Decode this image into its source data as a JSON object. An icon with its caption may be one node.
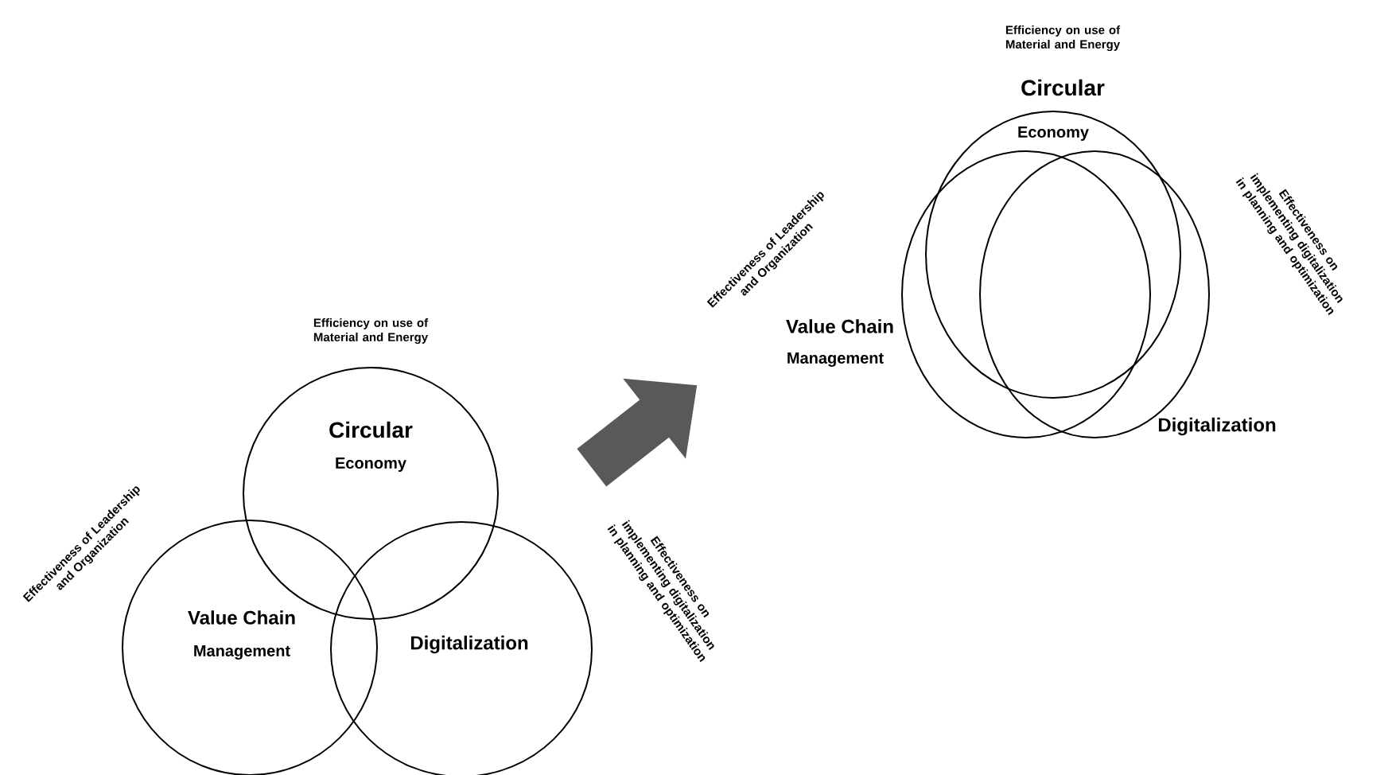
{
  "diagram": {
    "nodes": [
      {
        "text": [
          "Circular",
          "Economy"
        ]
      },
      {
        "text": [
          "Value Chain",
          "Management"
        ]
      },
      {
        "text": [
          "Digitalization"
        ]
      },
      {
        "text": [
          "Circular",
          "Economy"
        ]
      },
      {
        "text": [
          "Value Chain",
          "Management"
        ]
      },
      {
        "text": [
          "Digitalization"
        ]
      }
    ],
    "labels": [
      "Efficiency on use of Material and Energy",
      "Effectiveness of Leadership and Organization",
      "Effectiveness on implementing digitalization in planning and optimization",
      "Efficiency on use of Material and Energy",
      "Effectiveness of Leadership and Organization",
      "Effectiveness on implementing digitalization in planning and optimization"
    ]
  }
}
